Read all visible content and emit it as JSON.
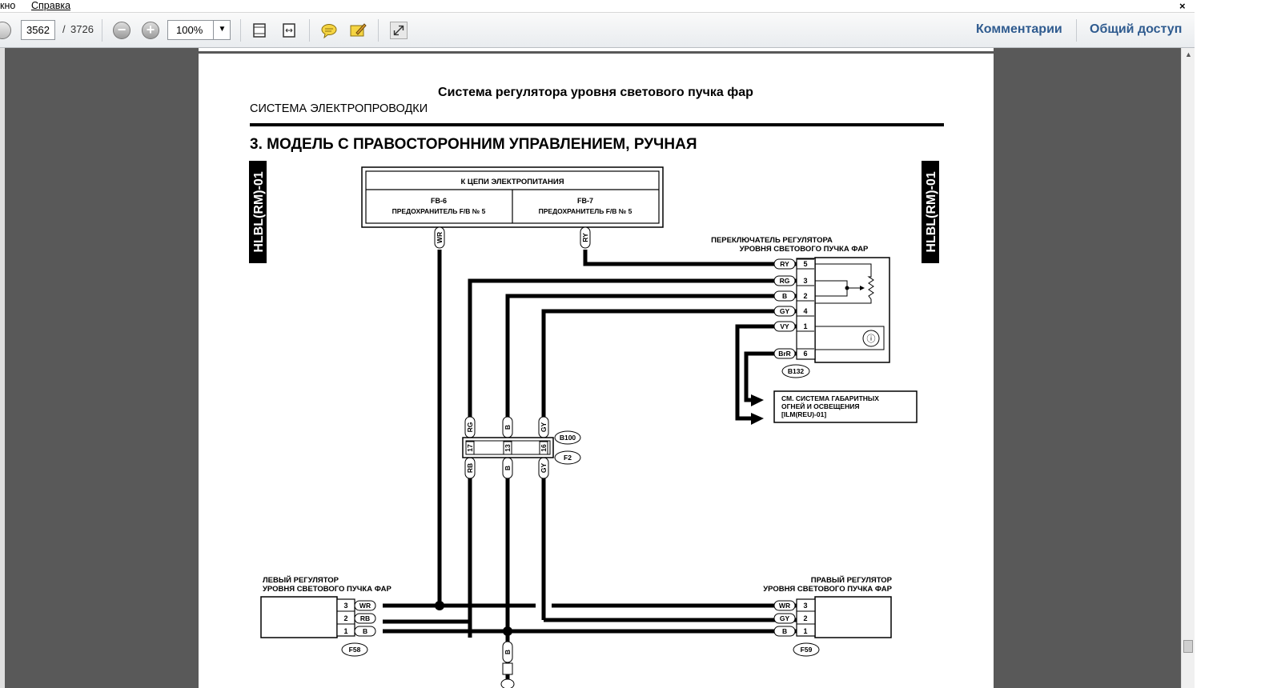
{
  "menu": {
    "items": [
      "кно",
      "Справка"
    ],
    "close": "×"
  },
  "toolbar": {
    "current_page": "3562",
    "page_sep": "/",
    "total_pages": "3726",
    "zoom": "100%",
    "comments_label": "Комментарии",
    "share_label": "Общий доступ",
    "icons": [
      "page-down-icon",
      "zoom-out-icon",
      "zoom-in-icon",
      "fit-page-icon",
      "fit-width-icon",
      "comment-icon",
      "highlight-icon",
      "fullscreen-icon"
    ]
  },
  "doc": {
    "page_title": "Система регулятора уровня светового пучка фар",
    "section": "СИСТЕМА ЭЛЕКТРОПРОВОДКИ",
    "heading": "3.  МОДЕЛЬ С ПРАВОСТОРОННИМ УПРАВЛЕНИЕМ, РУЧНАЯ",
    "side_tag": "HLBL(RM)-01",
    "power_title": "К ЦЕПИ ЭЛЕКТРОПИТАНИЯ",
    "fb6_label": "FB-6",
    "fb6_desc": "ПРЕДОХРАНИТЕЛЬ F/B № 5",
    "fb7_label": "FB-7",
    "fb7_desc": "ПРЕДОХРАНИТЕЛЬ F/B № 5",
    "switch_line1": "ПЕРЕКЛЮЧАТЕЛЬ РЕГУЛЯТОРА",
    "switch_line2": "УРОВНЯ СВЕТОВОГО ПУЧКА ФАР",
    "see_line1": "СМ. СИСТЕМА ГАБАРИТНЫХ",
    "see_line2": "ОГНЕЙ И ОСВЕЩЕНИЯ",
    "see_line3": "[ILM(REU)-01]",
    "left_line1": "ЛЕВЫЙ РЕГУЛЯТОР",
    "left_line2": "УРОВНЯ СВЕТОВОГО ПУЧКА ФАР",
    "right_line1": "ПРАВЫЙ РЕГУЛЯТОР",
    "right_line2": "УРОВНЯ СВЕТОВОГО ПУЧКА ФАР",
    "conn_b132": "B132",
    "conn_b100": "B100",
    "conn_f2": "F2",
    "conn_f58": "F58",
    "conn_f59": "F59",
    "wire_wr": "WR",
    "wire_ry": "RY",
    "wire_rg": "RG",
    "wire_b": "B",
    "wire_gy": "GY",
    "wire_vy": "VY",
    "wire_brr": "BrR",
    "wire_rb": "RB",
    "pin_5": "5",
    "pin_3": "3",
    "pin_2": "2",
    "pin_4": "4",
    "pin_1": "1",
    "pin_6": "6",
    "pin_17": "17",
    "pin_13": "13",
    "pin_16": "16"
  }
}
